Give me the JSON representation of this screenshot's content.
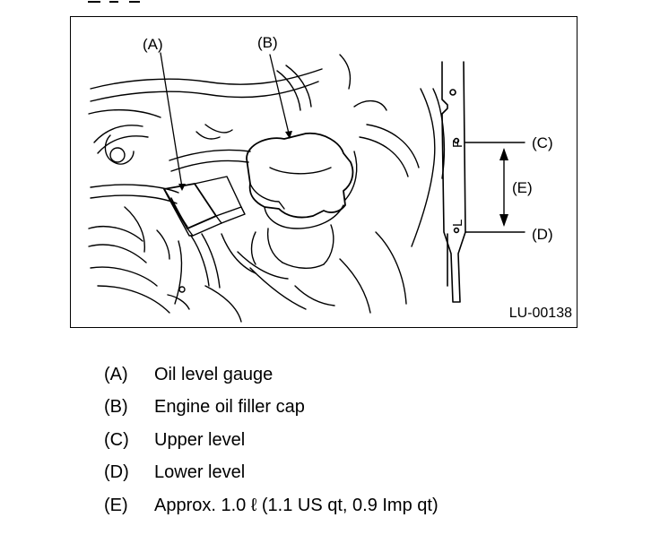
{
  "figure": {
    "id": "LU-00138",
    "callouts": {
      "a": "(A)",
      "b": "(B)",
      "c": "(C)",
      "d": "(D)",
      "e": "(E)"
    },
    "dipstick_marks": {
      "upper": "F",
      "lower": "L"
    }
  },
  "legend": [
    {
      "key": "(A)",
      "text": "Oil level gauge"
    },
    {
      "key": "(B)",
      "text": "Engine oil filler cap"
    },
    {
      "key": "(C)",
      "text": "Upper level"
    },
    {
      "key": "(D)",
      "text": "Lower level"
    },
    {
      "key": "(E)",
      "text": "Approx. 1.0 ℓ (1.1 US qt, 0.9 Imp qt)"
    }
  ]
}
